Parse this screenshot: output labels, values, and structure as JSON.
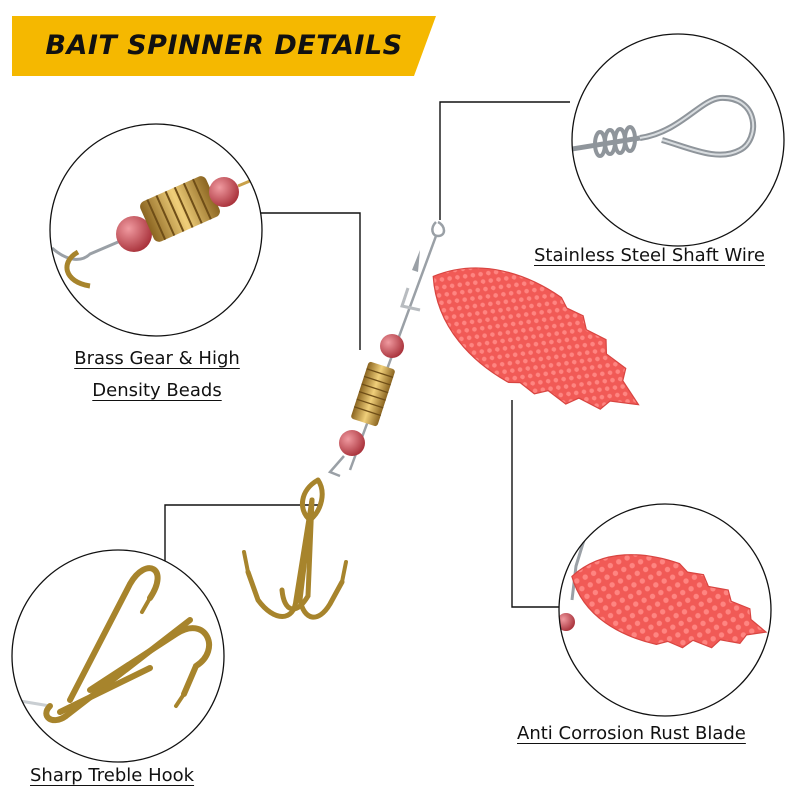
{
  "header": {
    "title": "BAIT SPINNER DETAILS"
  },
  "colors": {
    "banner": "#f5b800",
    "blade": "#f2534f",
    "brass": "#c79a3f",
    "bead": "#c9474f",
    "hook": "#a7842c",
    "wire": "#9aa0a6"
  },
  "callouts": {
    "brass_gear_line1": "Brass Gear & High",
    "brass_gear_line2": "Density Beads",
    "shaft_wire": "Stainless Steel Shaft Wire",
    "blade": "Anti Corrosion Rust Blade",
    "hook": "Sharp Treble Hook"
  }
}
